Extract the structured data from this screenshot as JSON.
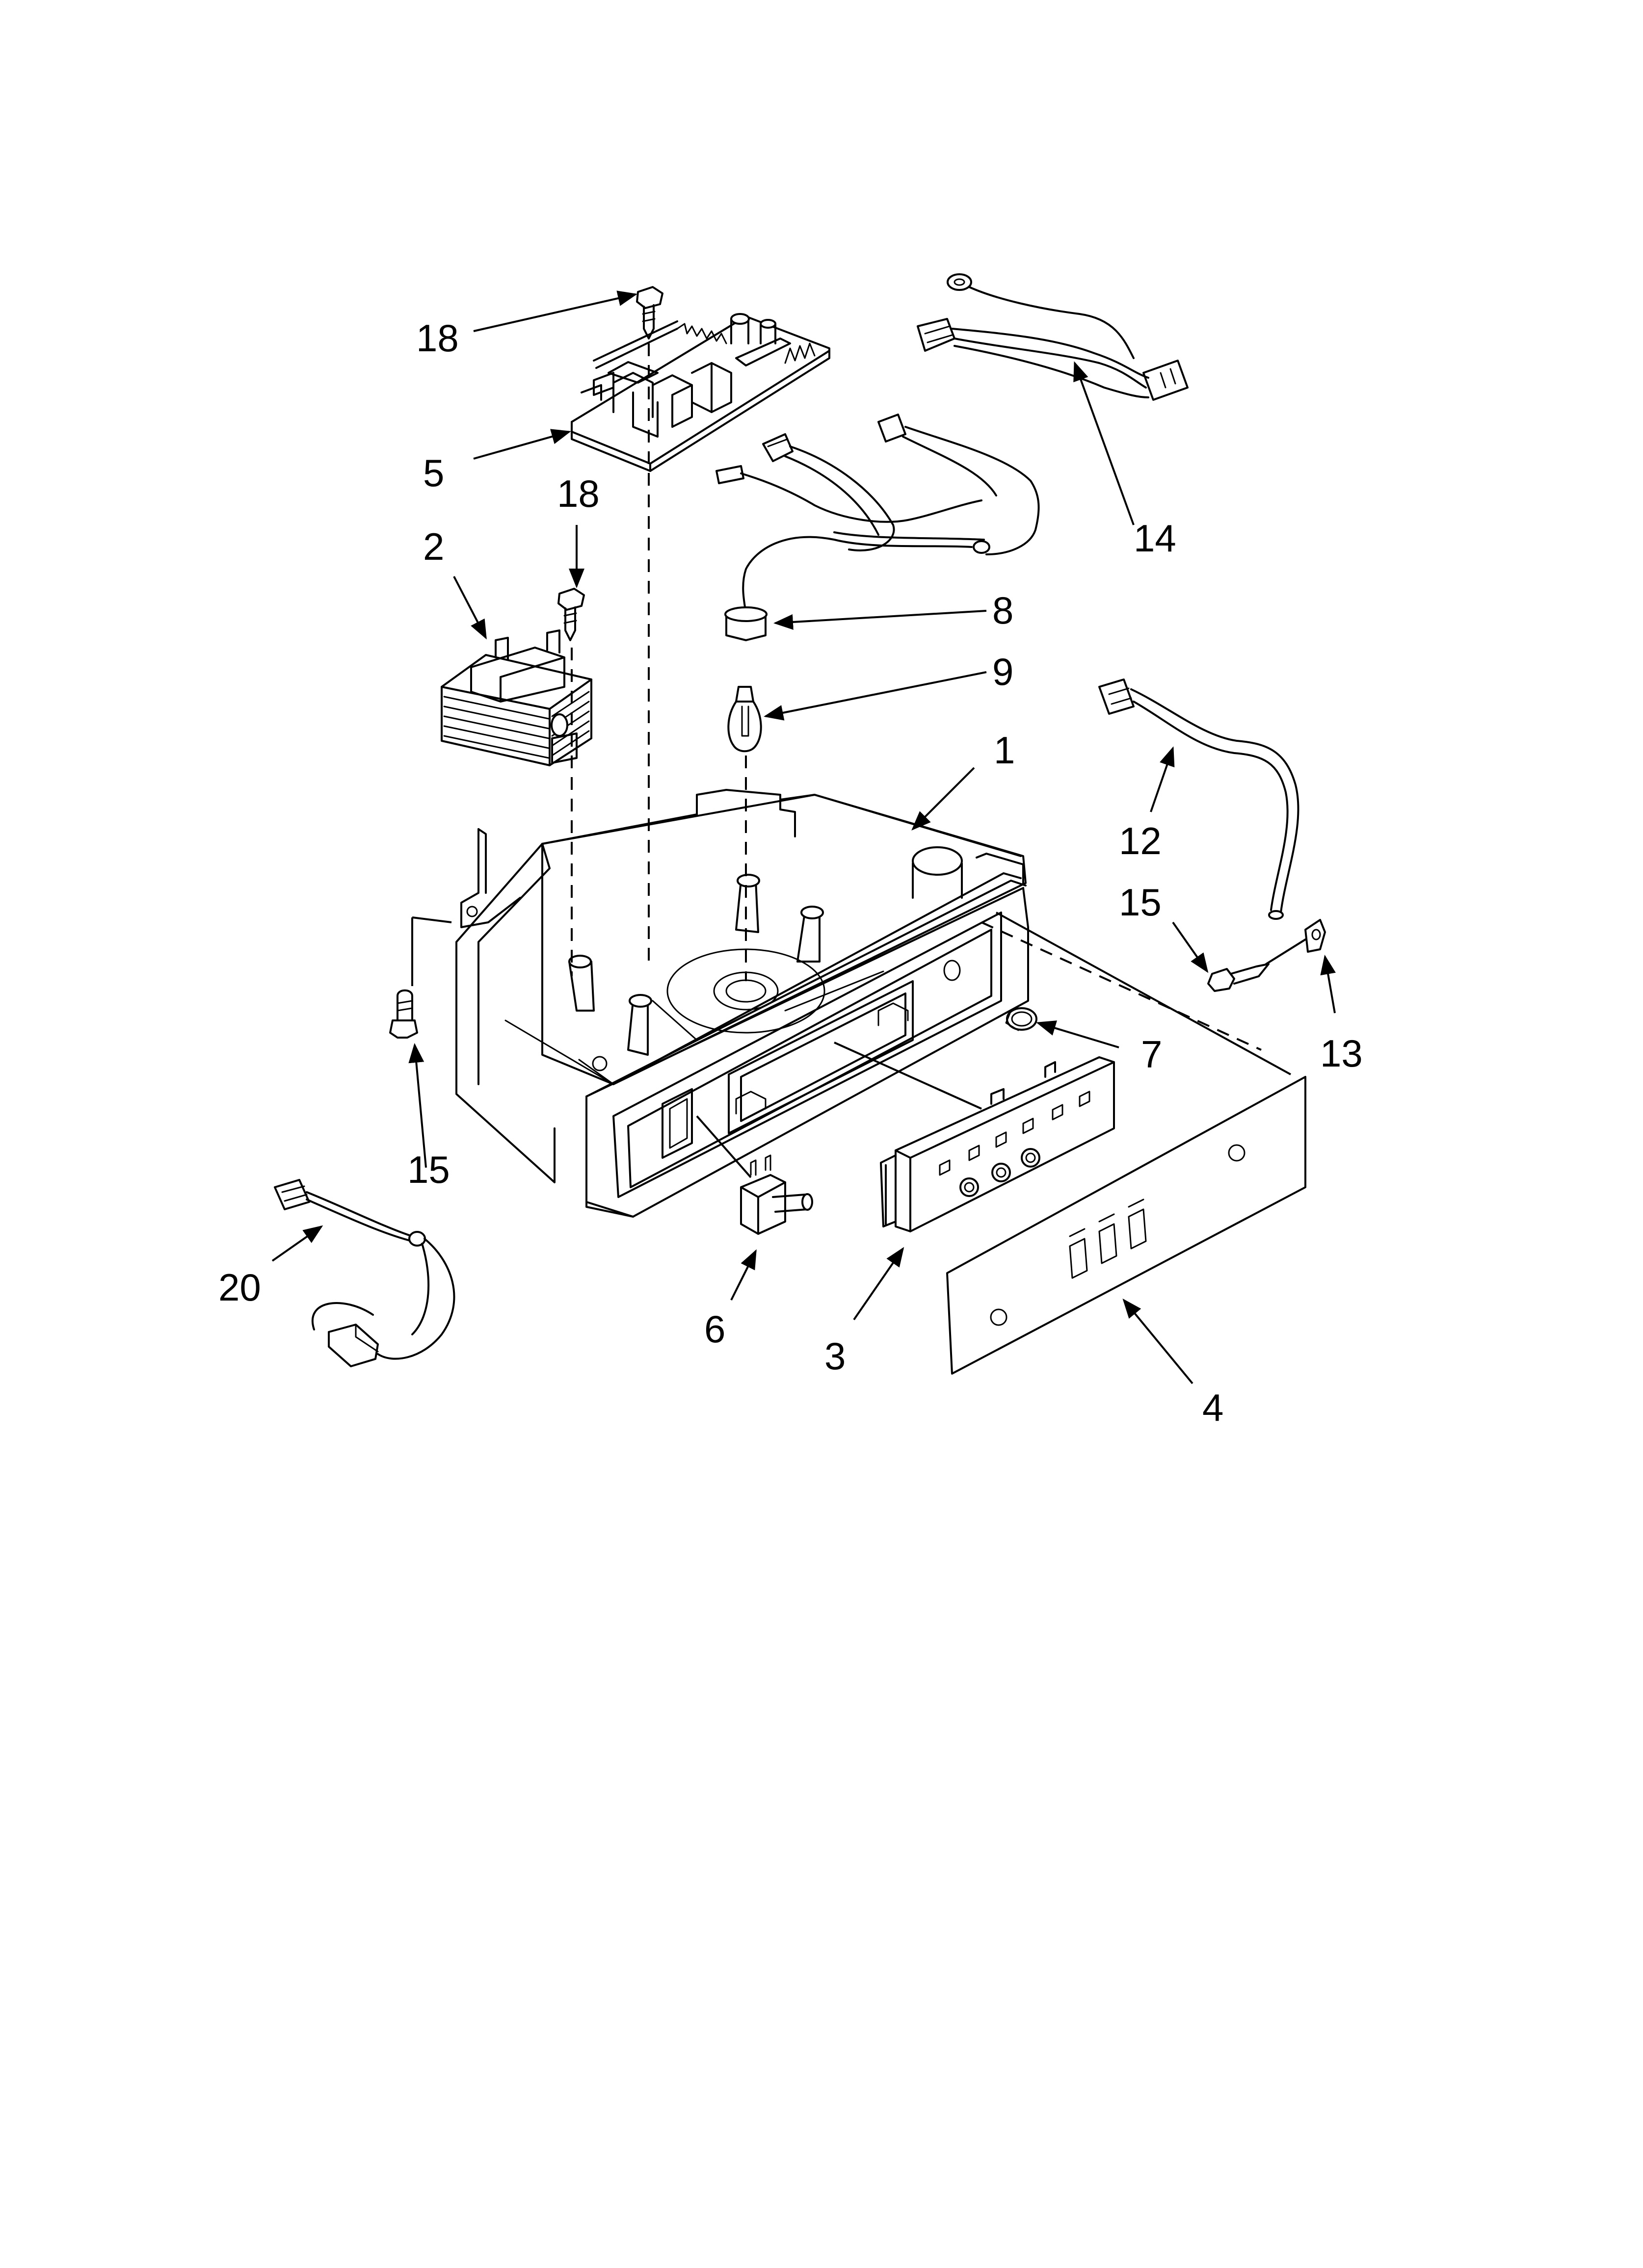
{
  "diagram": {
    "labels": [
      {
        "id": "18a",
        "text": "18"
      },
      {
        "id": "5",
        "text": "5"
      },
      {
        "id": "18b",
        "text": "18"
      },
      {
        "id": "2",
        "text": "2"
      },
      {
        "id": "14",
        "text": "14"
      },
      {
        "id": "8",
        "text": "8"
      },
      {
        "id": "9",
        "text": "9"
      },
      {
        "id": "1",
        "text": "1"
      },
      {
        "id": "12",
        "text": "12"
      },
      {
        "id": "15a",
        "text": "15"
      },
      {
        "id": "13",
        "text": "13"
      },
      {
        "id": "7",
        "text": "7"
      },
      {
        "id": "15b",
        "text": "15"
      },
      {
        "id": "20",
        "text": "20"
      },
      {
        "id": "6",
        "text": "6"
      },
      {
        "id": "3",
        "text": "3"
      },
      {
        "id": "4",
        "text": "4"
      }
    ]
  }
}
